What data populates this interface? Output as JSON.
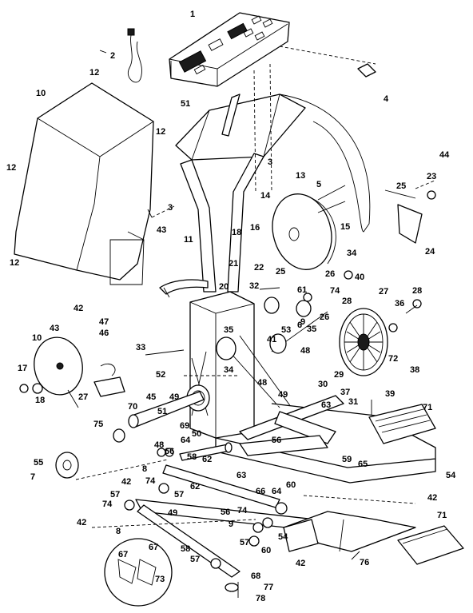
{
  "callouts": [
    "1",
    "2",
    "12",
    "4",
    "10",
    "51",
    "12",
    "12",
    "3",
    "3",
    "44",
    "23",
    "25",
    "13",
    "5",
    "14",
    "15",
    "12",
    "43",
    "11",
    "18",
    "16",
    "24",
    "34",
    "21",
    "22",
    "26",
    "40",
    "20",
    "32",
    "25",
    "61",
    "74",
    "27",
    "28",
    "42",
    "47",
    "43",
    "46",
    "6",
    "35",
    "26",
    "28",
    "36",
    "33",
    "53",
    "35",
    "41",
    "48",
    "9",
    "72",
    "29",
    "10",
    "17",
    "34",
    "30",
    "38",
    "18",
    "27",
    "48",
    "49",
    "39",
    "52",
    "37",
    "31",
    "45",
    "70",
    "51",
    "49",
    "63",
    "71",
    "75",
    "69",
    "50",
    "56",
    "48",
    "64",
    "66",
    "59",
    "65",
    "54",
    "8",
    "58",
    "62",
    "55",
    "7",
    "42",
    "74",
    "63",
    "57",
    "42",
    "60",
    "74",
    "57",
    "62",
    "66",
    "64",
    "56",
    "42",
    "49",
    "9",
    "74",
    "8",
    "58",
    "57",
    "60",
    "54",
    "71",
    "67",
    "67",
    "73",
    "57",
    "42",
    "76",
    "68",
    "77",
    "78"
  ]
}
